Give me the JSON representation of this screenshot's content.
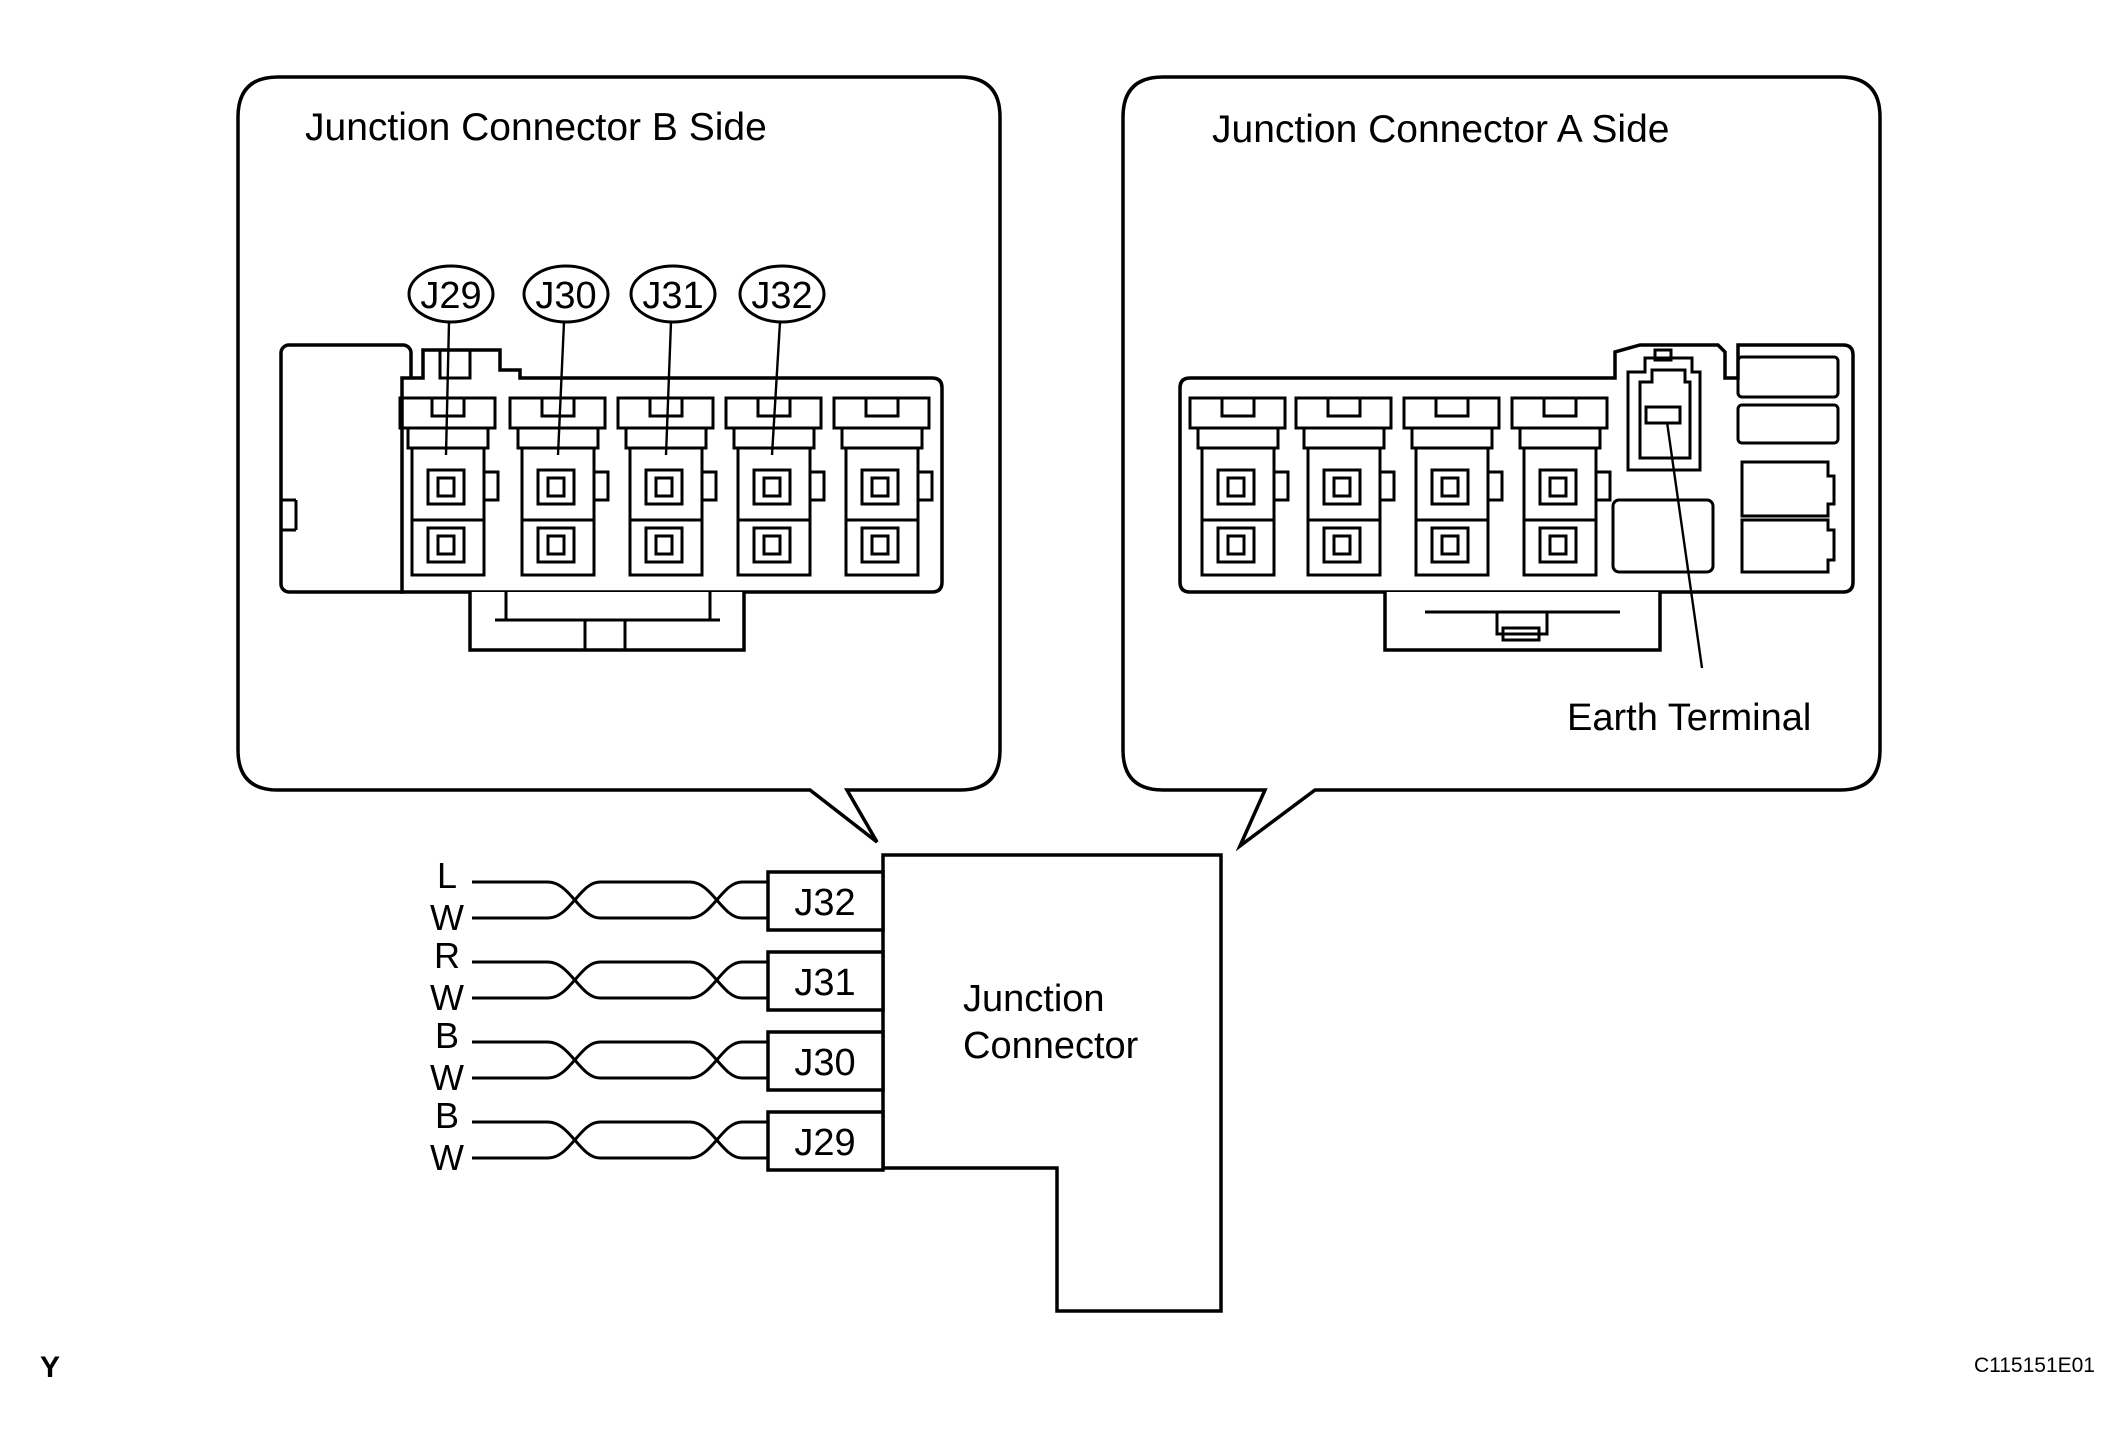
{
  "callouts": {
    "b_side_title": "Junction Connector B Side",
    "a_side_title": "Junction Connector A Side",
    "earth_terminal": "Earth Terminal"
  },
  "b_side_pins": [
    "J29",
    "J30",
    "J31",
    "J32"
  ],
  "junction_connector": {
    "name_line1": "Junction",
    "name_line2": "Connector"
  },
  "wire_groups": [
    {
      "terminal": "J32",
      "top": "L",
      "bottom": "W"
    },
    {
      "terminal": "J31",
      "top": "R",
      "bottom": "W"
    },
    {
      "terminal": "J30",
      "top": "B",
      "bottom": "W"
    },
    {
      "terminal": "J29",
      "top": "B",
      "bottom": "W"
    }
  ],
  "footer": {
    "corner_mark": "Y",
    "figure_code": "C115151E01"
  }
}
